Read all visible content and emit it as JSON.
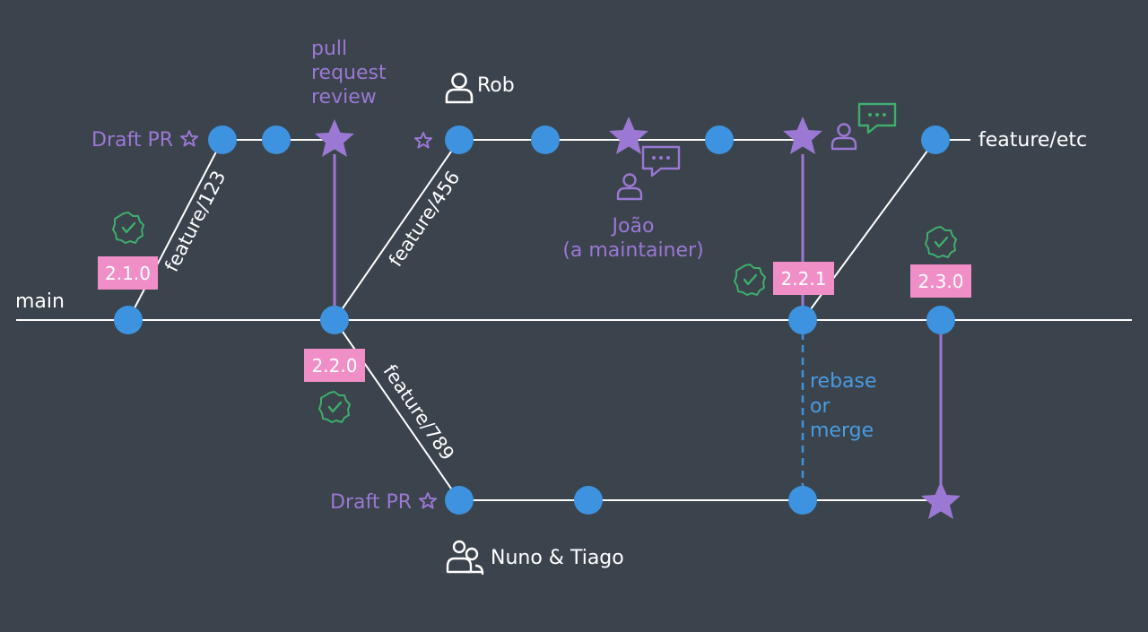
{
  "colors": {
    "background": "#3b434d",
    "line": "#ffffff",
    "commit": "#3d93e0",
    "star": "#9b78d3",
    "tag": "#f08fc7",
    "check": "#3fae6d",
    "chat": "#3fae6d"
  },
  "labels": {
    "main": "main",
    "feature_etc": "feature/etc",
    "pr_review": [
      "pull",
      "request",
      "review"
    ],
    "rebase": [
      "rebase",
      "or",
      "merge"
    ],
    "joao": [
      "João",
      "(a maintainer)"
    ],
    "rob": "Rob",
    "nuno_tiago": "Nuno & Tiago",
    "draft_pr_top": "Draft PR",
    "draft_pr_bottom": "Draft PR"
  },
  "branches": {
    "b123": "feature/123",
    "b456": "feature/456",
    "b789": "feature/789"
  },
  "tags": {
    "v210": "2.1.0",
    "v220": "2.2.0",
    "v221": "2.2.1",
    "v230": "2.3.0"
  },
  "icons": [
    "person-icon",
    "people-icon",
    "chat-bubble-icon",
    "check-badge-icon",
    "star-outline-icon",
    "star-icon"
  ]
}
